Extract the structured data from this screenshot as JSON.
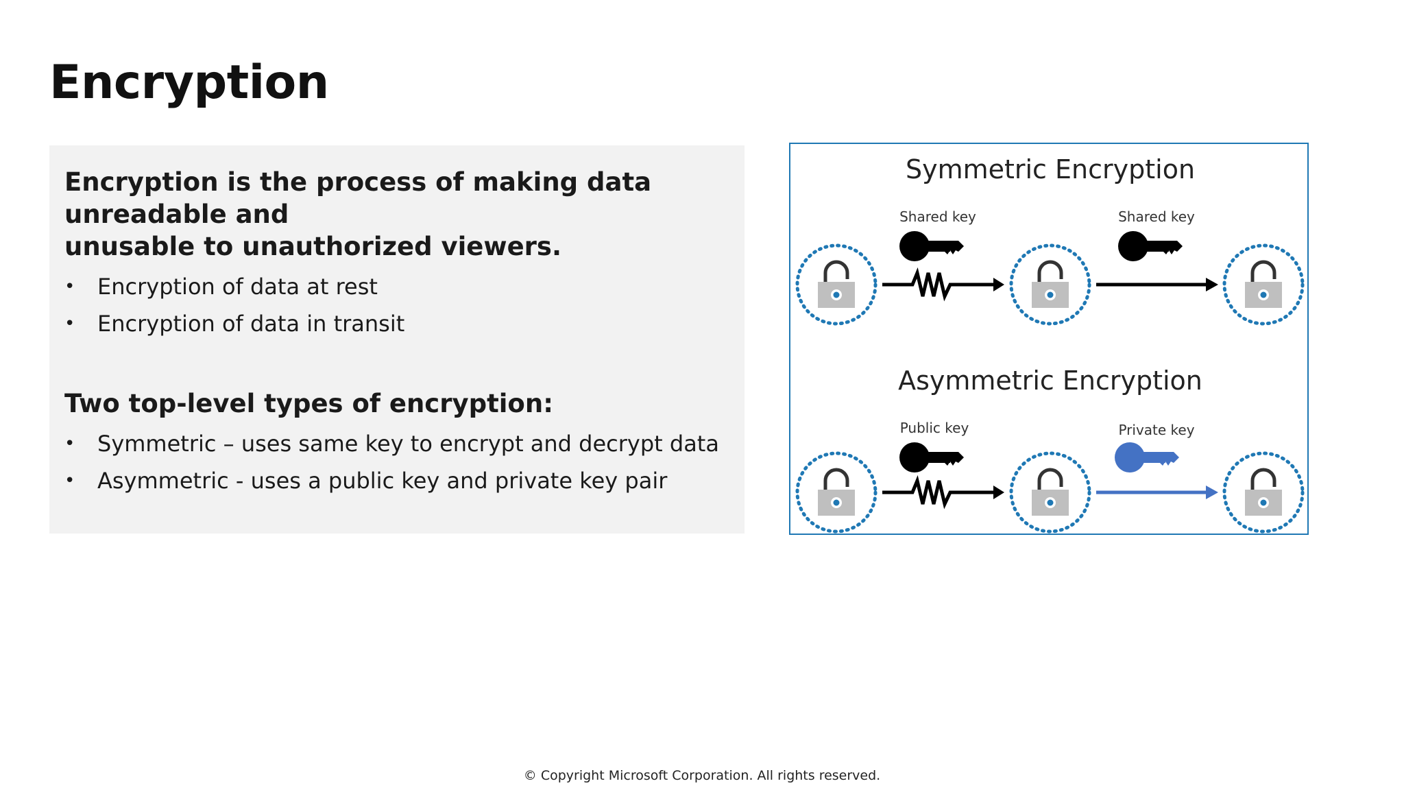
{
  "slide": {
    "title": "Encryption",
    "lead_line1": "Encryption is the process of making data unreadable and",
    "lead_line2": "unusable to unauthorized viewers.",
    "bullets_a": [
      "Encryption of data at rest",
      "Encryption of data in transit"
    ],
    "subheading": "Two top-level types of encryption:",
    "bullets_b": [
      "Symmetric – uses same key to encrypt and decrypt data",
      "Asymmetric - uses a public key and private key pair"
    ]
  },
  "diagram": {
    "symmetric": {
      "title": "Symmetric Encryption",
      "key1_label": "Shared key",
      "key2_label": "Shared key",
      "key1_color": "#000000",
      "key2_color": "#000000",
      "arrow2_color": "#000000"
    },
    "asymmetric": {
      "title": "Asymmetric Encryption",
      "key1_label": "Public key",
      "key2_label": "Private key",
      "key1_color": "#000000",
      "key2_color": "#4472c4",
      "arrow2_color": "#4472c4"
    },
    "lock_color": "#bfbfbf",
    "ring_color": "#1f78b4"
  },
  "footer": {
    "copyright": "© Copyright Microsoft Corporation. All rights reserved."
  }
}
